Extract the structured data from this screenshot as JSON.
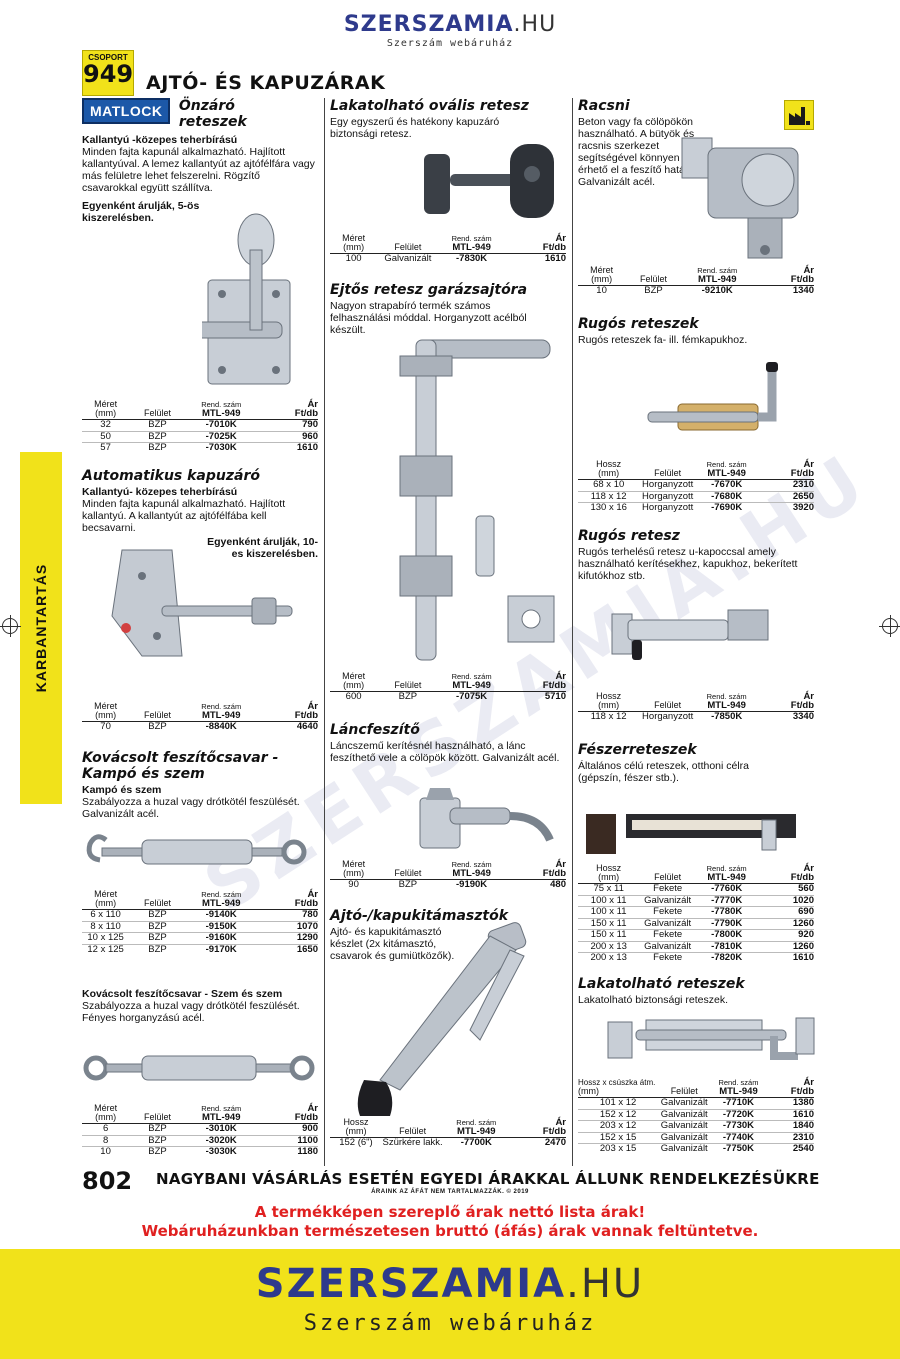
{
  "brand": {
    "name": "SZERSZAMIA",
    "suffix": ".HU",
    "tagline": "Szerszám webáruház"
  },
  "group": {
    "label": "CSOPORT",
    "number": "949",
    "title": "AJTÓ- ÉS KAPUZÁRAK"
  },
  "side_tab": "KARBANTARTÁS",
  "watermark": "SZERSZAMIA.HU",
  "headers": {
    "size": [
      "Méret",
      "(mm)"
    ],
    "length": [
      "Hossz",
      "(mm)"
    ],
    "length_slide": [
      "Hossz x csúszka átm.",
      "(mm)"
    ],
    "surface": "Felület",
    "order": [
      "Rend. szám",
      "MTL-949"
    ],
    "price": [
      "Ár",
      "Ft/db"
    ]
  },
  "colors": {
    "accent_yellow": "#f1e21a",
    "brand_blue": "#2e3a8c",
    "matlock_blue": "#1c58a8",
    "promo_red": "#e02020"
  },
  "col1": {
    "s1": {
      "brand": "MATLOCK",
      "title": [
        "Önzáró",
        "reteszek"
      ],
      "subtitle": "Kallantyú -közepes teherbírású",
      "desc": "Minden fajta kapunál alkalmazható. Hajlított kallantyúval. A lemez kallantyút az ajtófélfára vagy más felületre lehet felszerelni. Rögzítő csavarokkal együtt szállítva.",
      "note": "Egyenként árulják, 5-ös kiszerelésben.",
      "rows": [
        [
          "32",
          "BZP",
          "-7010K",
          "790"
        ],
        [
          "50",
          "BZP",
          "-7025K",
          "960"
        ],
        [
          "57",
          "BZP",
          "-7030K",
          "1610"
        ]
      ]
    },
    "s2": {
      "title": "Automatikus kapuzáró",
      "subtitle": "Kallantyú- közepes teherbírású",
      "desc": "Minden fajta kapunál alkalmazható. Hajlított kallantyú. A kallantyút az ajtófélfába kell becsavarni.",
      "note": "Egyenként árulják, 10-es kiszerelésben.",
      "rows": [
        [
          "70",
          "BZP",
          "-8840K",
          "4640"
        ]
      ]
    },
    "s3": {
      "title": [
        "Kovácsolt feszítőcsavar -",
        "Kampó és szem"
      ],
      "subtitle": "Kampó és szem",
      "desc": "Szabályozza a huzal vagy drótkötél feszülését. Galvanizált acél.",
      "rows": [
        [
          "6 x 110",
          "BZP",
          "-9140K",
          "780"
        ],
        [
          "8 x 110",
          "BZP",
          "-9150K",
          "1070"
        ],
        [
          "10 x 125",
          "BZP",
          "-9160K",
          "1290"
        ],
        [
          "12 x 125",
          "BZP",
          "-9170K",
          "1650"
        ]
      ]
    },
    "s4": {
      "subtitle": "Kovácsolt feszítőcsavar - Szem és szem",
      "desc": "Szabályozza a huzal vagy drótkötél feszülését. Fényes horganyzású acél.",
      "rows": [
        [
          "6",
          "BZP",
          "-3010K",
          "900"
        ],
        [
          "8",
          "BZP",
          "-3020K",
          "1100"
        ],
        [
          "10",
          "BZP",
          "-3030K",
          "1180"
        ]
      ]
    }
  },
  "col2": {
    "s1": {
      "title": "Lakatolható ovális retesz",
      "desc": "Egy egyszerű és hatékony kapuzáró biztonsági retesz.",
      "rows": [
        [
          "100",
          "Galvanizált",
          "-7830K",
          "1610"
        ]
      ]
    },
    "s2": {
      "title": "Ejtős retesz garázsajtóra",
      "desc": "Nagyon strapabíró termék számos felhasználási móddal. Horganyzott acélból készült.",
      "rows": [
        [
          "600",
          "BZP",
          "-7075K",
          "5710"
        ]
      ]
    },
    "s3": {
      "title": "Láncfeszítő",
      "desc": "Láncszemű kerítésnél használható, a lánc feszíthető vele a cölöpök között. Galvanizált acél.",
      "rows": [
        [
          "90",
          "BZP",
          "-9190K",
          "480"
        ]
      ]
    },
    "s4": {
      "title": "Ajtó-/kapukitámasztók",
      "desc": "Ajtó- és kapukitámasztó készlet (2x kitámasztó, csavarok és gumiütközők).",
      "rows": [
        [
          "152 (6\")",
          "Szürkére lakk.",
          "-7700K",
          "2470"
        ]
      ]
    }
  },
  "col3": {
    "s1": {
      "title": "Racsni",
      "desc": "Beton vagy fa cölöpökön használható. A bütyök és racsnis szerkezet segítségével könnyen érhető el a feszítő hatás. Galvanizált acél.",
      "rows": [
        [
          "10",
          "BZP",
          "-9210K",
          "1340"
        ]
      ]
    },
    "s2": {
      "title": "Rugós reteszek",
      "desc": "Rugós reteszek fa- ill. fémkapukhoz.",
      "rows": [
        [
          "68 x 10",
          "Horganyzott",
          "-7670K",
          "2310"
        ],
        [
          "118 x 12",
          "Horganyzott",
          "-7680K",
          "2650"
        ],
        [
          "130 x 16",
          "Horganyzott",
          "-7690K",
          "3920"
        ]
      ]
    },
    "s3": {
      "title": "Rugós retesz",
      "desc": "Rugós terhelésű retesz u-kapoccsal amely használható kerítésekhez, kapukhoz, bekerített kifutókhoz stb.",
      "rows": [
        [
          "118 x 12",
          "Horganyzott",
          "-7850K",
          "3340"
        ]
      ]
    },
    "s4": {
      "title": "Fészerreteszek",
      "desc": "Általános célú reteszek, otthoni célra (gépszín, fészer stb.).",
      "rows": [
        [
          "75 x 11",
          "Fekete",
          "-7760K",
          "560"
        ],
        [
          "100 x 11",
          "Galvanizált",
          "-7770K",
          "1020"
        ],
        [
          "100 x 11",
          "Fekete",
          "-7780K",
          "690"
        ],
        [
          "150 x 11",
          "Galvanizált",
          "-7790K",
          "1260"
        ],
        [
          "150 x 11",
          "Fekete",
          "-7800K",
          "920"
        ],
        [
          "200 x 13",
          "Galvanizált",
          "-7810K",
          "1260"
        ],
        [
          "200 x 13",
          "Fekete",
          "-7820K",
          "1610"
        ]
      ]
    },
    "s5": {
      "title": "Lakatolható reteszek",
      "desc": "Lakatolható biztonsági reteszek.",
      "rows": [
        [
          "101 x 12",
          "Galvanizált",
          "-7710K",
          "1380"
        ],
        [
          "152 x 12",
          "Galvanizált",
          "-7720K",
          "1610"
        ],
        [
          "203 x 12",
          "Galvanizált",
          "-7730K",
          "1840"
        ],
        [
          "152 x 15",
          "Galvanizált",
          "-7740K",
          "2310"
        ],
        [
          "203 x 15",
          "Galvanizált",
          "-7750K",
          "2540"
        ]
      ]
    }
  },
  "footer": {
    "page_number": "802",
    "wholesale": "NAGYBANI VÁSÁRLÁS ESETÉN EGYEDI ÁRAKKAL ÁLLUNK RENDELKEZÉSÜKRE",
    "vat_note": "ÁRAINK AZ ÁFÁT NEM TARTALMAZZÁK. © 2019",
    "red_line1": "A termékképen szereplő árak nettó lista árak!",
    "red_line2": "Webáruházunkban természetesen bruttó (áfás) árak vannak feltüntetve.",
    "brand": "SZERSZAMIA",
    "brand_suffix": ".HU",
    "tagline": "Szerszám webáruház"
  }
}
